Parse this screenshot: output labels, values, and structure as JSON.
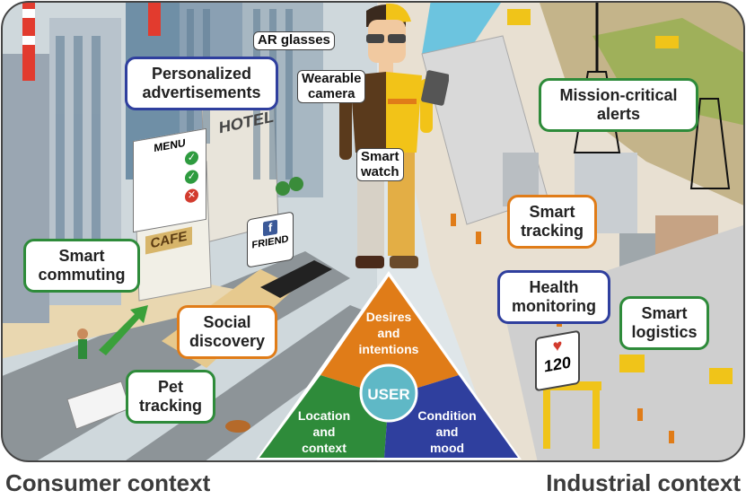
{
  "user_model": {
    "center": "USER",
    "segments": [
      {
        "label": "Desires\nand\nintentions",
        "color": "#e07c18"
      },
      {
        "label": "Location\nand\ncontext",
        "color": "#2e8b3a"
      },
      {
        "label": "Condition\nand\nmood",
        "color": "#2f3f9e"
      }
    ]
  },
  "wearables": {
    "ar_glasses": "AR glasses",
    "wearable_camera": "Wearable\ncamera",
    "smart_watch": "Smart\nwatch"
  },
  "consumer_callouts": {
    "personalized_ads": "Personalized\nadvertisements",
    "smart_commuting": "Smart\ncommuting",
    "social_discovery": "Social\ndiscovery",
    "pet_tracking": "Pet\ntracking"
  },
  "industrial_callouts": {
    "mission_critical_alerts": "Mission-critical\nalerts",
    "smart_tracking": "Smart\ntracking",
    "health_monitoring": "Health\nmonitoring",
    "smart_logistics": "Smart\nlogistics"
  },
  "signs": {
    "menu": "MENU",
    "cafe": "CAFE",
    "hotel": "HOTEL",
    "friend": "FRIEND",
    "friend_icon": "f",
    "heart_rate": "120"
  },
  "contexts": {
    "consumer": "Consumer context",
    "industrial": "Industrial context"
  },
  "colors": {
    "orange": "#e07c18",
    "green": "#2e8b3a",
    "blue": "#2f3f9e",
    "center": "#5fb8c6"
  },
  "icons": [
    "wifi-sensor-icon",
    "heart-icon",
    "checkmark-icon",
    "cross-icon",
    "facebook-icon"
  ]
}
